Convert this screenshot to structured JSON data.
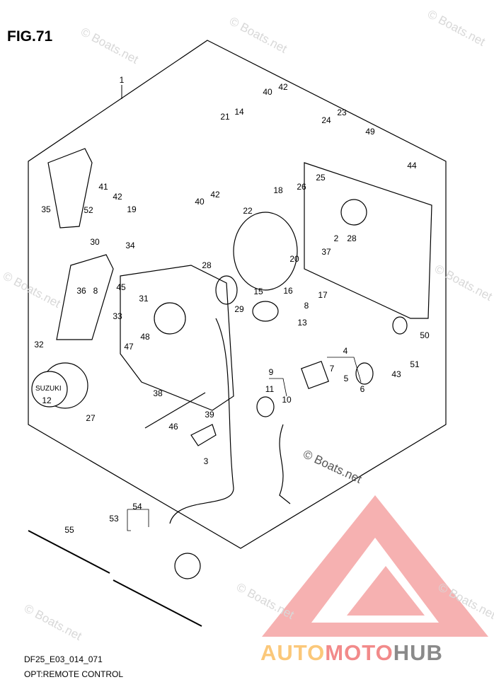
{
  "figure": {
    "title": "FIG.71",
    "code": "DF25_E03_014_071",
    "caption": "OPT:REMOTE CONTROL"
  },
  "watermark": "© Boats.net",
  "logo": {
    "part1": "AUTO",
    "part2": "MOTO",
    "part3": "HUB",
    "colors": {
      "auto": "#fbc87a",
      "moto": "#f28a8a",
      "hub": "#8a8a8a"
    }
  },
  "callouts": [
    "1",
    "40",
    "42",
    "21",
    "14",
    "24",
    "23",
    "49",
    "44",
    "25",
    "26",
    "18",
    "22",
    "41",
    "42",
    "52",
    "19",
    "35",
    "40",
    "42",
    "30",
    "34",
    "2",
    "28",
    "37",
    "20",
    "28",
    "36",
    "8",
    "45",
    "31",
    "15",
    "16",
    "17",
    "8",
    "29",
    "13",
    "33",
    "32",
    "48",
    "47",
    "4",
    "7",
    "50",
    "51",
    "43",
    "5",
    "6",
    "9",
    "11",
    "10",
    "12",
    "27",
    "38",
    "39",
    "46",
    "3",
    "54",
    "53",
    "55"
  ]
}
